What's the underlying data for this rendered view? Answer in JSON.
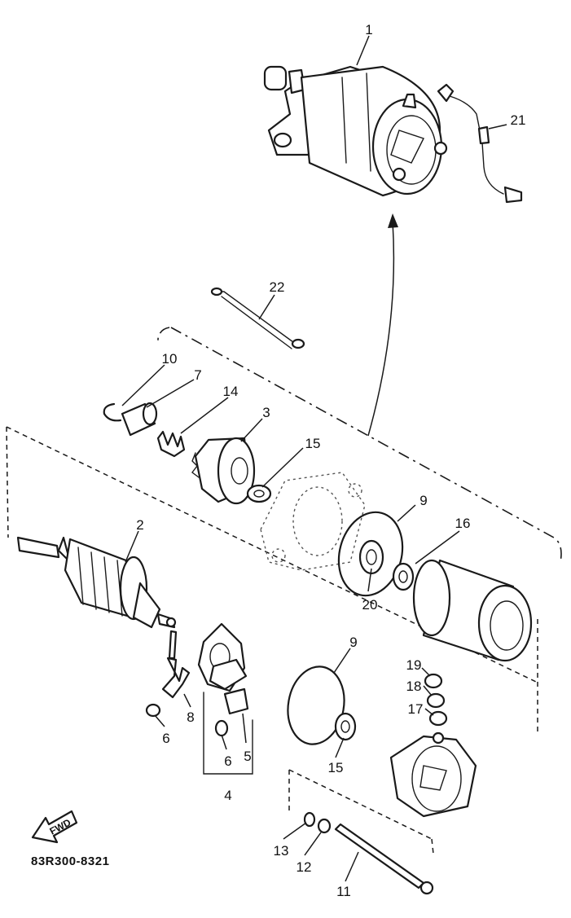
{
  "diagram_code": "83R300-8321",
  "fwd_label": "FWD",
  "callouts": {
    "c1": "1",
    "c2": "2",
    "c3": "3",
    "c4": "4",
    "c5": "5",
    "c6a": "6",
    "c6b": "6",
    "c7": "7",
    "c8": "8",
    "c9a": "9",
    "c9b": "9",
    "c10": "10",
    "c11": "11",
    "c12": "12",
    "c13": "13",
    "c14": "14",
    "c15a": "15",
    "c15b": "15",
    "c16": "16",
    "c17": "17",
    "c18": "18",
    "c19": "19",
    "c20": "20",
    "c21": "21",
    "c22": "22"
  },
  "colors": {
    "ink": "#1a1a1a",
    "paper": "#ffffff"
  }
}
